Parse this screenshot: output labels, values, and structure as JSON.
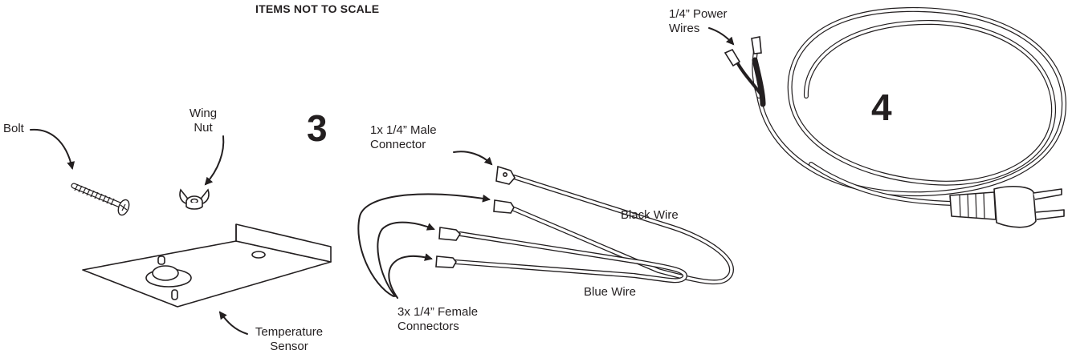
{
  "heading": "ITEMS NOT TO SCALE",
  "section3": {
    "number": "3",
    "bolt_label": "Bolt",
    "wing_nut_label": [
      "Wing",
      "Nut"
    ],
    "temperature_sensor_label": [
      "Temperature",
      "Sensor"
    ],
    "male_connector_label": [
      "1x 1/4” Male",
      "Connector"
    ],
    "female_connectors_label": [
      "3x 1/4” Female",
      "Connectors"
    ],
    "black_wire_label": "Black Wire",
    "blue_wire_label": "Blue Wire"
  },
  "section4": {
    "number": "4",
    "power_wires_label": [
      "1/4” Power",
      "Wires"
    ]
  },
  "icons": [
    "bolt-icon",
    "wing-nut-icon",
    "temperature-sensor-icon",
    "wire-harness-icon",
    "power-cord-icon",
    "plug-icon"
  ]
}
